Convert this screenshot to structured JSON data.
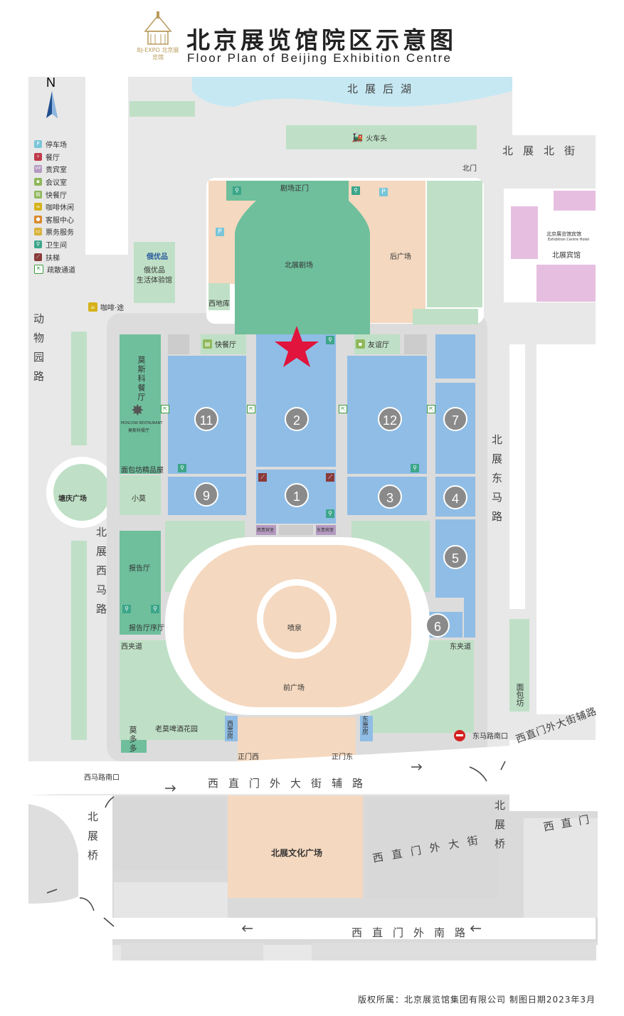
{
  "header": {
    "logo_text": "BJ-EXPO 北京展览馆",
    "title_cn": "北京展览馆院区示意图",
    "title_en": "Floor Plan of Beijing Exhibition Centre"
  },
  "compass": {
    "label": "N"
  },
  "legend": [
    {
      "label": "停车场",
      "icon": "P",
      "color": "#7ac6d8"
    },
    {
      "label": "餐厅",
      "icon": "restaurant-icon",
      "color": "#c0394b"
    },
    {
      "label": "贵宾室",
      "icon": "VIP",
      "color": "#b49ac0"
    },
    {
      "label": "会议室",
      "icon": "meeting-icon",
      "color": "#8fb85b"
    },
    {
      "label": "快餐厅",
      "icon": "fastfood-icon",
      "color": "#8fb85b"
    },
    {
      "label": "咖啡休闲",
      "icon": "coffee-icon",
      "color": "#d6b21a"
    },
    {
      "label": "客服中心",
      "icon": "service-icon",
      "color": "#d9892c"
    },
    {
      "label": "票务服务",
      "icon": "ticket-icon",
      "color": "#d9b23c"
    },
    {
      "label": "卫生间",
      "icon": "restroom-icon",
      "color": "#3da68a"
    },
    {
      "label": "扶梯",
      "icon": "escalator-icon",
      "color": "#8a3a3a"
    },
    {
      "label": "疏散通道",
      "icon": "exit-icon",
      "color": "#3c9a3c"
    }
  ],
  "roads": {
    "beizhan_houhu": "北展后湖",
    "beizhan_beijie": "北展北街",
    "beimen": "北门",
    "huochetou": "火车头",
    "dongwuyuan_lu": "动物园路",
    "beizhan_ximalu": "北展西马路",
    "beizhan_dongmalu": "北展东马路",
    "xizhimenwai_fulu": "西直门外大街辅路",
    "xizhimenwai_fulu_right": "西直门外大街辅路",
    "xizhimenwai_dajie": "西直门外大街",
    "xizhimenwai_nanlu": "西直门外南路",
    "beizhan_qiao_left": "北展桥",
    "beizhan_qiao_right": "北展桥",
    "xizhimen": "西直门",
    "xi_malu_nankou": "西马路南口",
    "dong_malu_nankou": "东马路南口",
    "xijiadao": "西夹道",
    "dongjiadao": "东夹道",
    "zhengmen_xi": "正门西",
    "zhengmen_dong": "正门东"
  },
  "places": {
    "juchang_zhengmen": "剧场正门",
    "beizhan_juchang": "北展剧场",
    "hou_guangchang": "后广场",
    "xi_diku": "西地库",
    "eyoupin": "俄优品\n生活体验馆",
    "eyoupin_logo": "俄优品",
    "kafei_tu": "咖啡·途",
    "kuaican_ting": "快餐厅",
    "youyi_ting": "友谊厅",
    "mosike_canting": "莫斯科餐厅",
    "moscow_restaurant": "MOSCOW RESTAURANT",
    "mosike_sub": "莫斯科餐厅",
    "mianbaofang_jingpinwu": "面包坊精品屋",
    "xiaomo": "小莫",
    "qingqing_guangchang": "塘庆广场",
    "baogao_ting": "报告厅",
    "baogao_tingxu_ting": "报告厅序厅",
    "xi_guibinshi": "西贵宾室",
    "dong_guibinshi": "东贵宾室",
    "penquan": "喷泉",
    "qian_guangchang": "前广场",
    "laomo_pijiu": "老莫啤酒花园",
    "moduoduo": "莫多多",
    "xi_piaofang": "西票房",
    "dong_piaofang": "东票房",
    "beizhan_binguan": "北展宾馆",
    "binguan_logo": "北京展览馆宾馆",
    "binguan_en": "Exhibition Centre Hotel",
    "mianbaofang": "面包坊",
    "wenhua_guangchang": "北展文化广场"
  },
  "halls": [
    "11",
    "2",
    "12",
    "7",
    "9",
    "1",
    "3",
    "4",
    "5",
    "6"
  ],
  "footer": "版权所属：北京展览馆集团有限公司  制图日期2023年3月",
  "colors": {
    "hall_blue": "#8fbde6",
    "green_area": "#bfe0c6",
    "peach_area": "#f4d8bf",
    "theater_green": "#6fbf9c",
    "pink_area": "#e6bfe0",
    "road": "#ffffff",
    "ground": "#e7e7e7",
    "lake": "#c6e8f3",
    "star": "#e0143c"
  }
}
